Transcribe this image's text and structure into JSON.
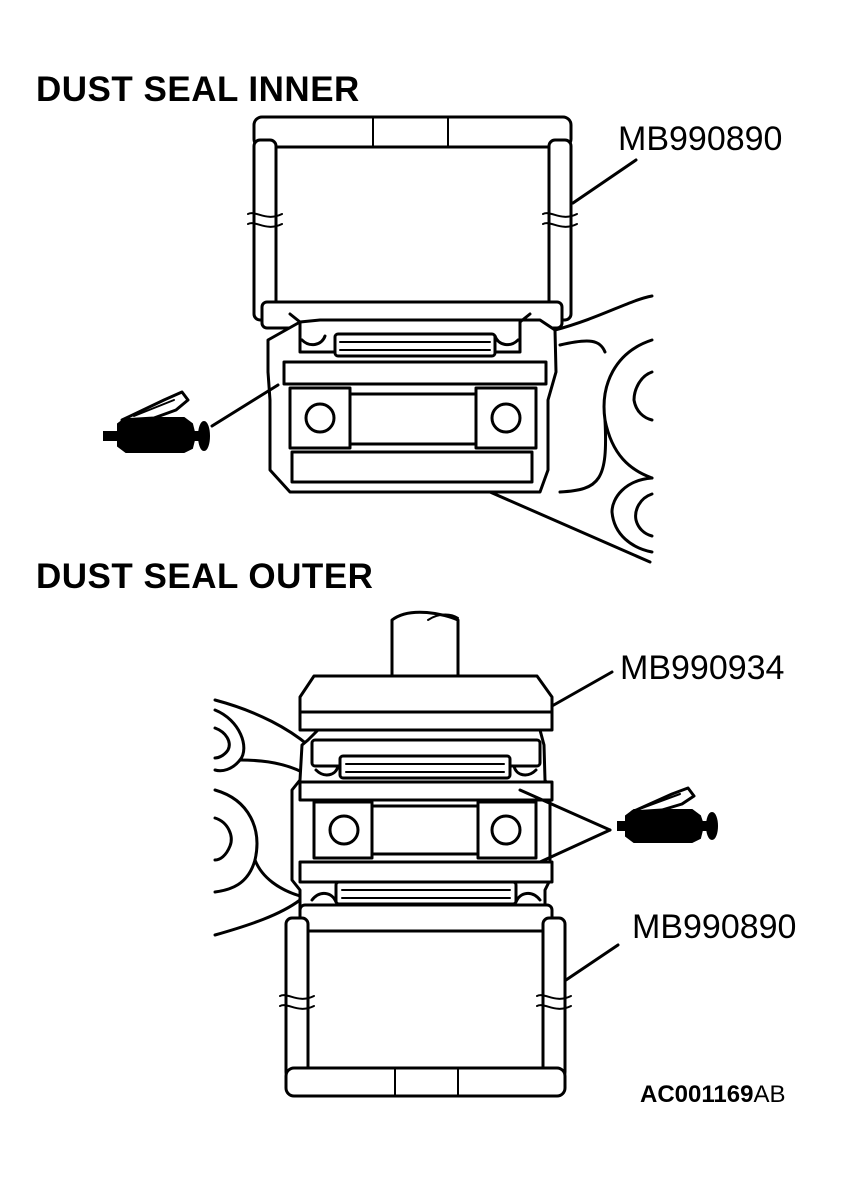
{
  "sections": {
    "inner": {
      "title": "DUST SEAL INNER",
      "tool_label": "MB990890"
    },
    "outer": {
      "title": "DUST SEAL OUTER",
      "tool_label_top": "MB990934",
      "tool_label_bottom": "MB990890"
    }
  },
  "figure_id": {
    "code": "AC001169",
    "suffix": "AB"
  },
  "icons": {
    "grease": "grease-gun-icon"
  }
}
